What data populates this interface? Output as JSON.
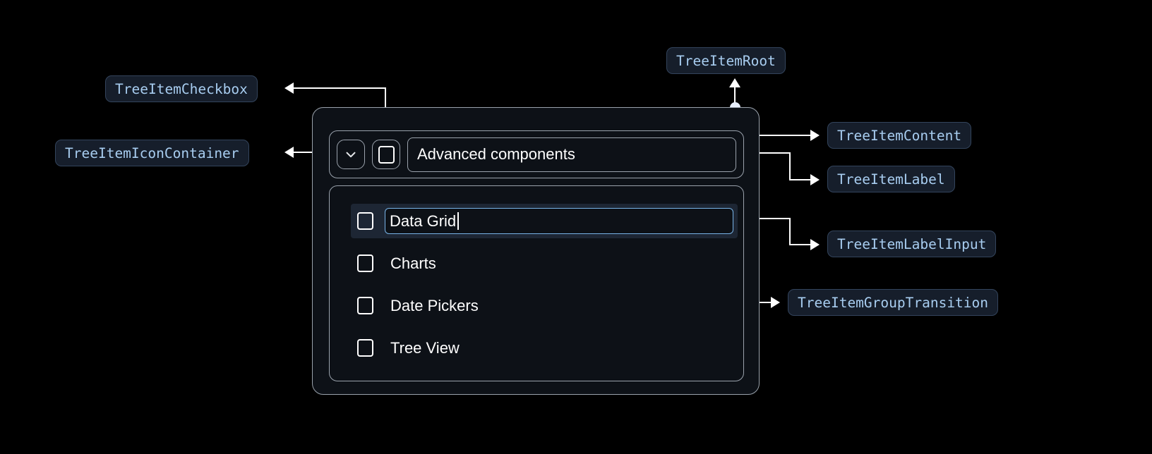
{
  "annotations": {
    "tree_item_checkbox": "TreeItemCheckbox",
    "tree_item_icon_container": "TreeItemIconContainer",
    "tree_item_root": "TreeItemRoot",
    "tree_item_content": "TreeItemContent",
    "tree_item_label": "TreeItemLabel",
    "tree_item_label_input": "TreeItemLabelInput",
    "tree_item_group_transition": "TreeItemGroupTransition"
  },
  "tree": {
    "root_label": "Advanced components",
    "expand_icon": "chevron-down-icon",
    "children": [
      {
        "label": "Data Grid",
        "editing": true,
        "checked": false
      },
      {
        "label": "Charts",
        "editing": false,
        "checked": false
      },
      {
        "label": "Date Pickers",
        "editing": false,
        "checked": false
      },
      {
        "label": "Tree View",
        "editing": false,
        "checked": false
      }
    ]
  },
  "colors": {
    "background": "#000000",
    "surface": "#0d1117",
    "border": "#9aa2ac",
    "chip_text": "#a8cdf0",
    "chip_bg": "#161e2b",
    "chip_border": "#33445c",
    "selected_row_bg": "#1d2634",
    "input_focus_border": "#78b4e8",
    "connector": "#ffffff"
  }
}
